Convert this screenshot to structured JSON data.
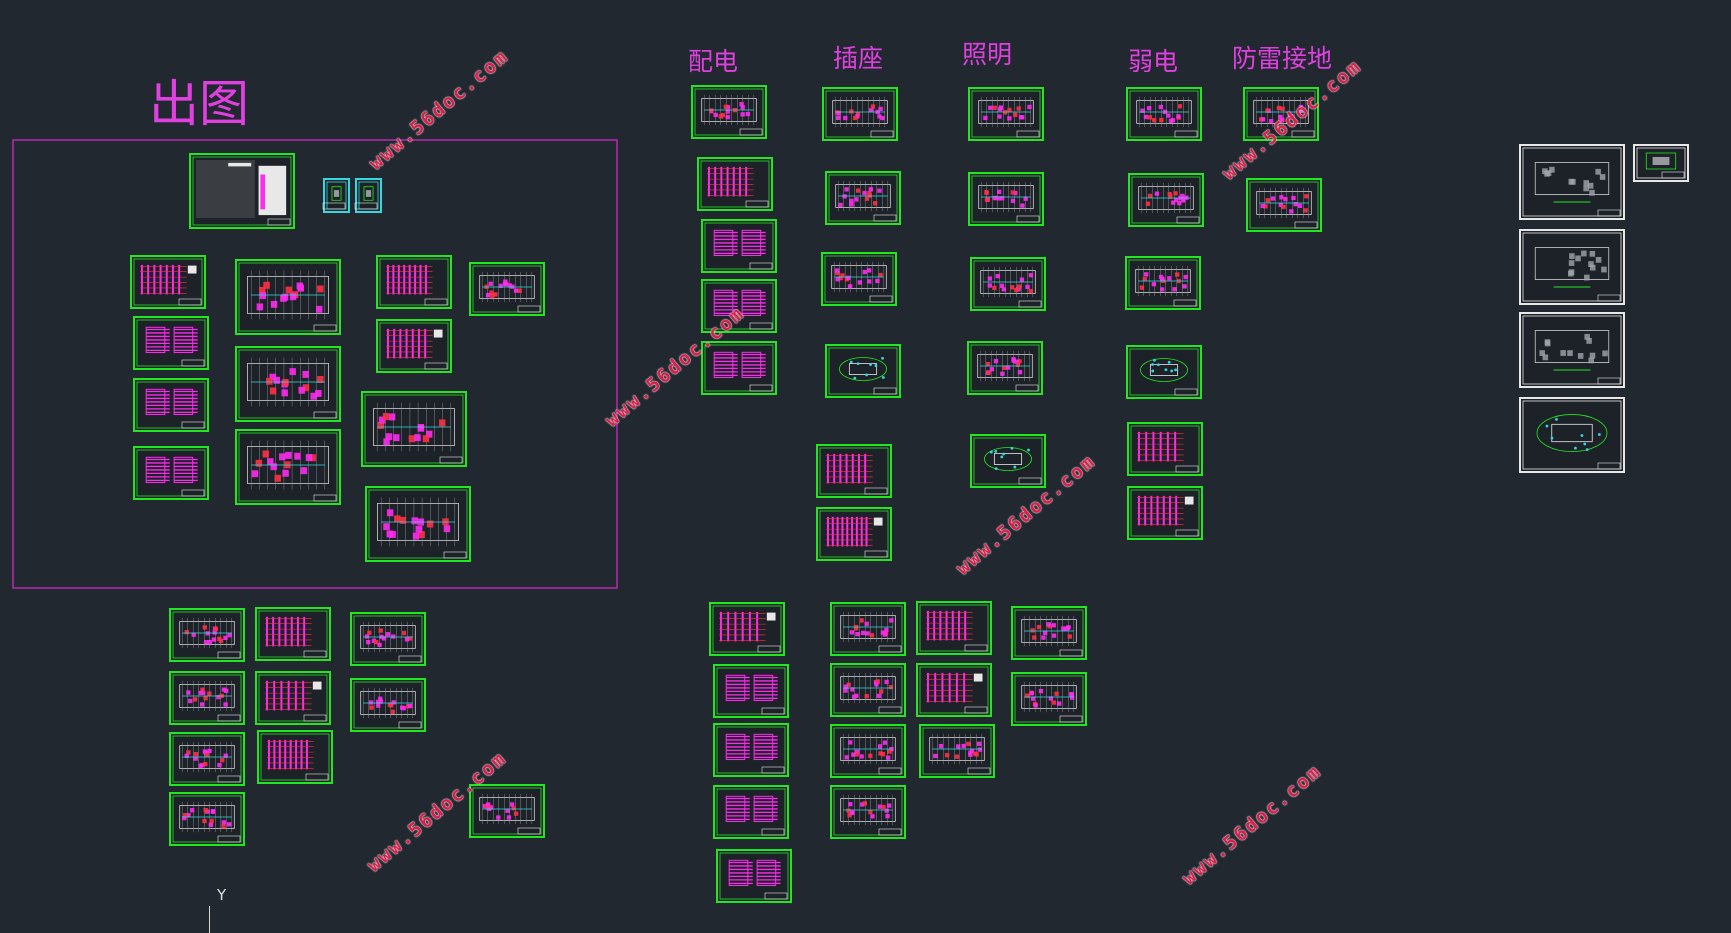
{
  "titles": {
    "output": "出图",
    "distribution": "配电",
    "socket": "插座",
    "lighting": "照明",
    "weak_current": "弱电",
    "lightning_grounding": "防雷接地"
  },
  "watermark": "www.56doc.com",
  "axis": {
    "y_label": "Y"
  },
  "colors": {
    "background": "#212830",
    "frame": "#22e622",
    "magenta": "#ff2af0",
    "red": "#ff3044",
    "cyan": "#36d7e0",
    "white": "#e8e8e8",
    "selection": "#b52ab0"
  }
}
